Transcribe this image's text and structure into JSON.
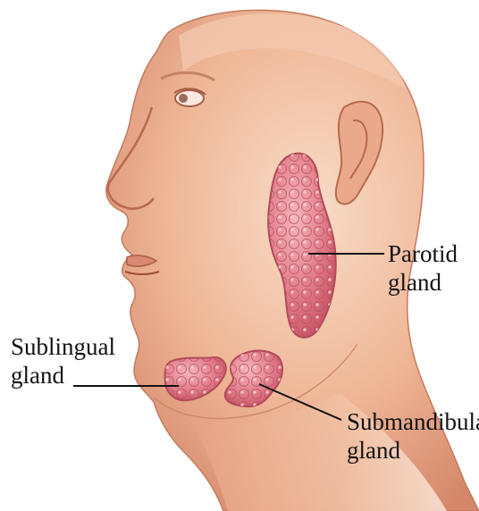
{
  "labels": {
    "parotid": {
      "line1": "Parotid",
      "line2": "gland"
    },
    "sublingual": {
      "line1": "Sublingual",
      "line2": "gland"
    },
    "submandibular": {
      "line1": "Submandibular",
      "line2": "gland"
    }
  },
  "colors": {
    "background": "#ffffff",
    "skin_light": "#f6d2bd",
    "skin_mid": "#e9a98a",
    "skin_shadow": "#c9785a",
    "gland": "#e7808c",
    "gland_highlight": "#f7c6ca",
    "gland_outline": "#b24a58",
    "leader_line": "#111111"
  }
}
